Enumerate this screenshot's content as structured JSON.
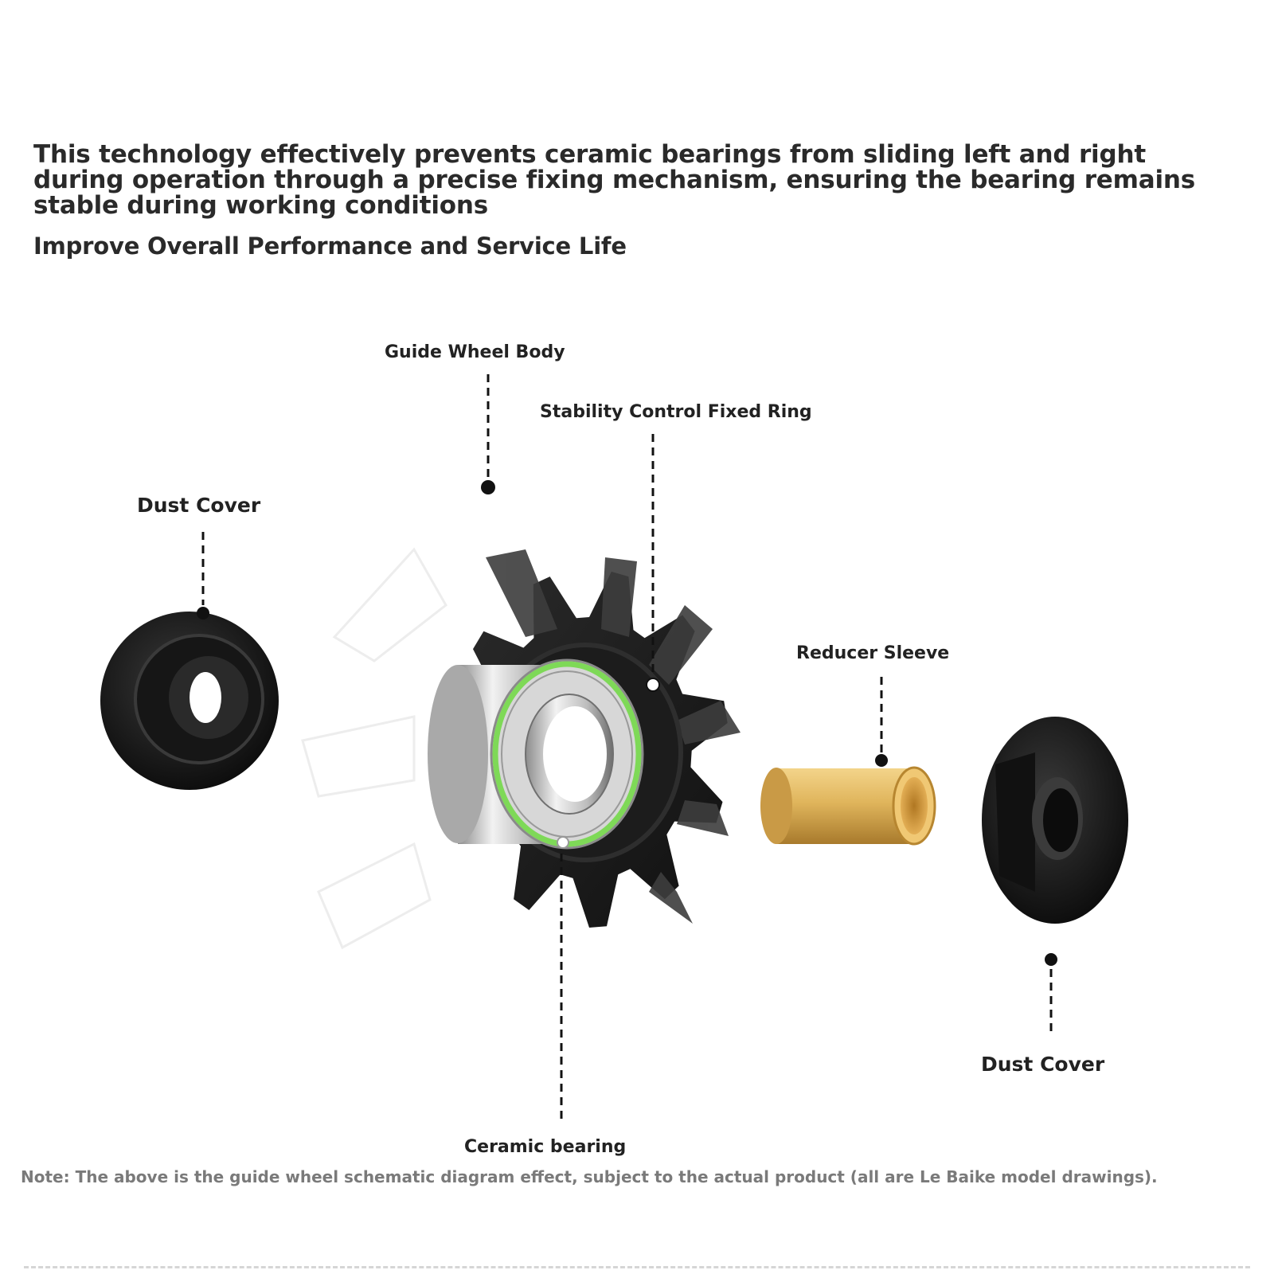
{
  "headline": "This technology effectively prevents ceramic bearings from sliding left and right during operation through a precise fixing mechanism, ensuring the bearing remains stable during working conditions",
  "subheadline": "Improve Overall Performance and Service Life",
  "labels": {
    "guide_wheel_body": "Guide Wheel Body",
    "stability_ring": "Stability Control Fixed Ring",
    "dust_cover_left": "Dust Cover",
    "reducer_sleeve": "Reducer Sleeve",
    "dust_cover_right": "Dust Cover",
    "ceramic_bearing": "Ceramic bearing"
  },
  "note": "Note: The above is the guide wheel schematic diagram effect, subject to the actual product (all are Le Baike model drawings).",
  "colors": {
    "metal_black": "#1a1a1a",
    "bearing_silver": "#c9c9c9",
    "ring_green": "#7ed957",
    "sleeve_gold": "#d9a441"
  }
}
